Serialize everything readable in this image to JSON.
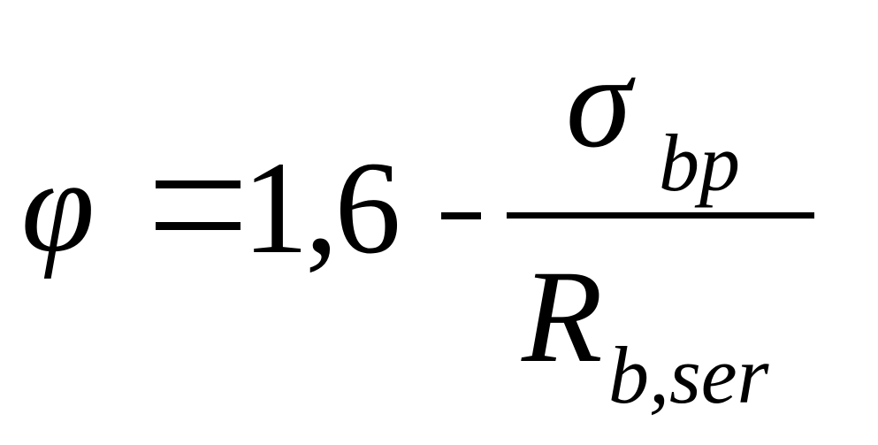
{
  "formula": {
    "lhs": "φ",
    "equals": "=",
    "constant": "1,6",
    "minus": "-",
    "numerator": {
      "symbol": "σ",
      "subscript": "bp"
    },
    "denominator": {
      "symbol": "R",
      "subscript": "b,ser"
    }
  }
}
